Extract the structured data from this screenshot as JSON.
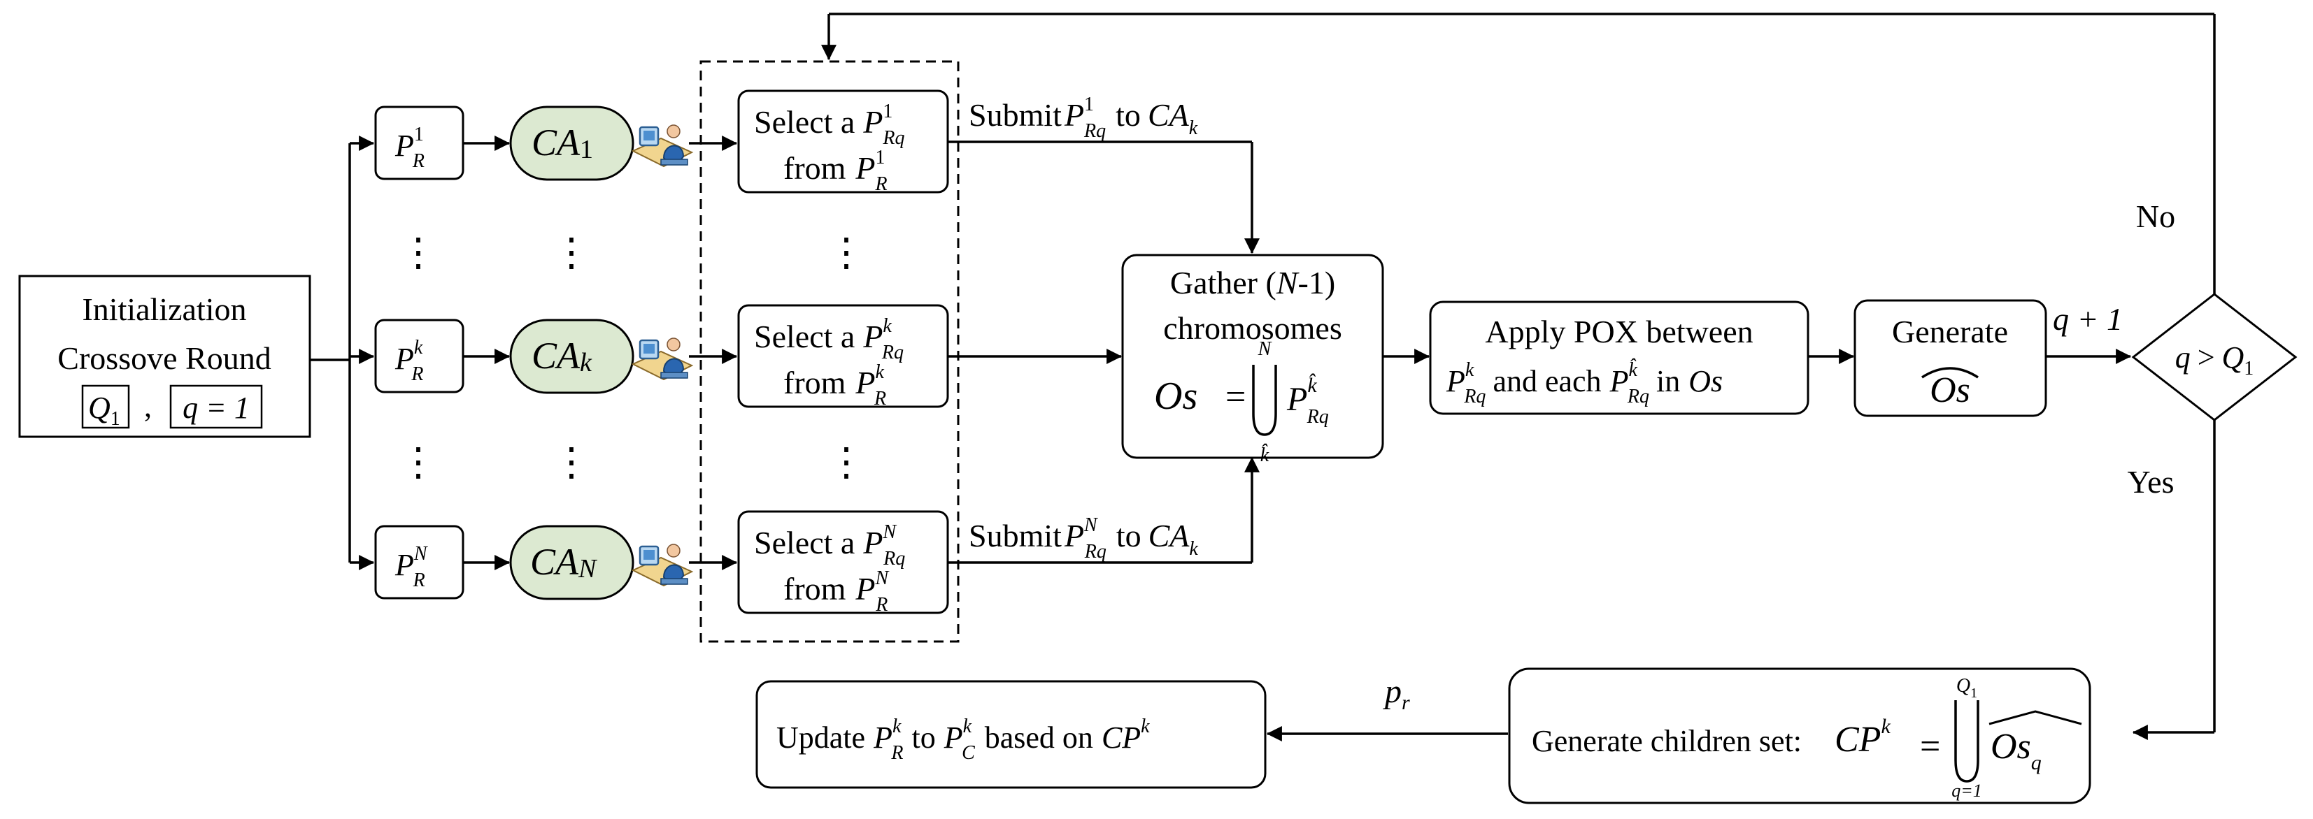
{
  "init": {
    "line1": "Initialization",
    "line2": "Crossove Round",
    "q_max": "Q",
    "q_max_sub": "1",
    "sep": ",",
    "q_eq": "q = 1"
  },
  "pools": {
    "sym": "P",
    "sub": "R",
    "sup": [
      "1",
      "k",
      "N"
    ]
  },
  "agents": {
    "sym": "CA",
    "sub": [
      "1",
      "k",
      "N"
    ]
  },
  "select": {
    "text": "Select a",
    "from": "from",
    "sym": "P",
    "sub": "Rq",
    "pool_sub": "R",
    "sup": [
      "1",
      "k",
      "N"
    ]
  },
  "submit": {
    "text": "Submit",
    "to": "to",
    "sym": "P",
    "sub": "Rq",
    "target": "CA",
    "target_sub": "k",
    "sup_top": "1",
    "sup_bottom": "N"
  },
  "gather": {
    "line1a": "Gather (",
    "line1b": "N",
    "line1c": "-1)",
    "line2": "chromosomes",
    "lhs": "Os",
    "eq": "=",
    "union_top": "N",
    "union_bottom": "k̂",
    "term": "P",
    "term_sub": "Rq",
    "term_sup": "k̂"
  },
  "pox": {
    "line1": "Apply POX between",
    "and_each": "and each",
    "in": "in",
    "os": "Os",
    "sym": "P",
    "sub": "Rq",
    "sup1": "k",
    "sup2": "k̂"
  },
  "generate": {
    "line1": "Generate",
    "line2": "Os"
  },
  "edge_q": "q + 1",
  "decision": {
    "lhs": "q",
    "op": ">",
    "rhs": "Q",
    "rhs_sub": "1",
    "no": "No",
    "yes": "Yes"
  },
  "children": {
    "text": "Generate children set:",
    "lhs": "CP",
    "lhs_sup": "k",
    "eq": "=",
    "union_top": "Q",
    "union_top_sub": "1",
    "union_bottom": "q=1",
    "term": "Os",
    "term_sub": "q"
  },
  "edge_pr": {
    "sym": "p",
    "sub": "r"
  },
  "update": {
    "text1": "Update",
    "to": "to",
    "text2": "based on",
    "p": "P",
    "sub1": "R",
    "sub2": "C",
    "sup": "k",
    "cp": "CP",
    "cp_sup": "k"
  },
  "dots": "⋮"
}
